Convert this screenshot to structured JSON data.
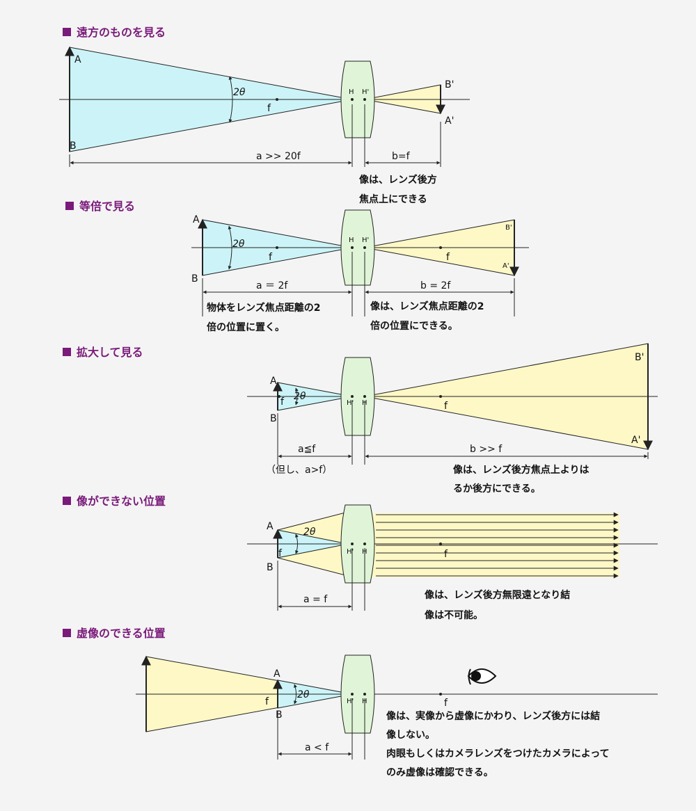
{
  "sections": [
    {
      "heading": "遠方のものを見る",
      "labels": {
        "A": "A",
        "B": "B",
        "A_img": "A'",
        "B_img": "B'",
        "theta": "2θ",
        "f": "f",
        "H": "H",
        "H_img": "H'",
        "a_dim": "a >> 20f",
        "b_dim": "b=f"
      },
      "notes": [
        "像は、レンズ後方",
        "焦点上にできる"
      ]
    },
    {
      "heading": "等倍で見る",
      "labels": {
        "A": "A",
        "B": "B",
        "A_img": "A'",
        "B_img": "B'",
        "theta": "2θ",
        "f1": "f",
        "f2": "f",
        "H": "H",
        "H_img": "H'",
        "a_dim": "a ＝ 2f",
        "b_dim": "b = 2f"
      },
      "notes_left": [
        "物体をレンズ焦点距離の2",
        "倍の位置に置く。"
      ],
      "notes_right": [
        "像は、レンズ焦点距離の2",
        "倍の位置にできる。"
      ]
    },
    {
      "heading": "拡大して見る",
      "labels": {
        "A": "A",
        "B": "B",
        "A_img": "A'",
        "B_img": "B'",
        "theta": "2θ",
        "f1": "f",
        "f2": "f",
        "H": "H",
        "H_img": "H'",
        "a_dim": "a≦f",
        "a_note": "（但し、a>f）",
        "b_dim": "b >> f"
      },
      "notes": [
        "像は、レンズ後方焦点上よりは",
        "るか後方にできる。"
      ]
    },
    {
      "heading": "像ができない位置",
      "labels": {
        "A": "A",
        "B": "B",
        "theta": "2θ",
        "f1": "f",
        "f2": "f",
        "H": "H",
        "H_img": "H'",
        "a_dim": "a = f"
      },
      "notes": [
        "像は、レンズ後方無限遠となり結",
        "像は不可能。"
      ]
    },
    {
      "heading": "虚像のできる位置",
      "labels": {
        "A": "A",
        "B": "B",
        "theta": "2θ",
        "f1": "f",
        "f2": "f",
        "H": "H",
        "H_img": "H'",
        "a_dim": "a < f"
      },
      "notes": [
        "像は、実像から虚像にかわり、レンズ後方には結",
        "像しない。",
        "肉眼もしくはカメラレンズをつけたカメラによって",
        "のみ虚像は確認できる。"
      ]
    }
  ],
  "colors": {
    "object_fill": "#ccf4f8",
    "image_fill": "#fdf8c6",
    "lens_fill": "#e0f5d8",
    "heading_square": "#7a1a7a",
    "heading_text": "#7a1a7a",
    "line": "#222222"
  },
  "icons": [
    "eye-icon",
    "heading-square-icon",
    "arrow-head-icon"
  ]
}
